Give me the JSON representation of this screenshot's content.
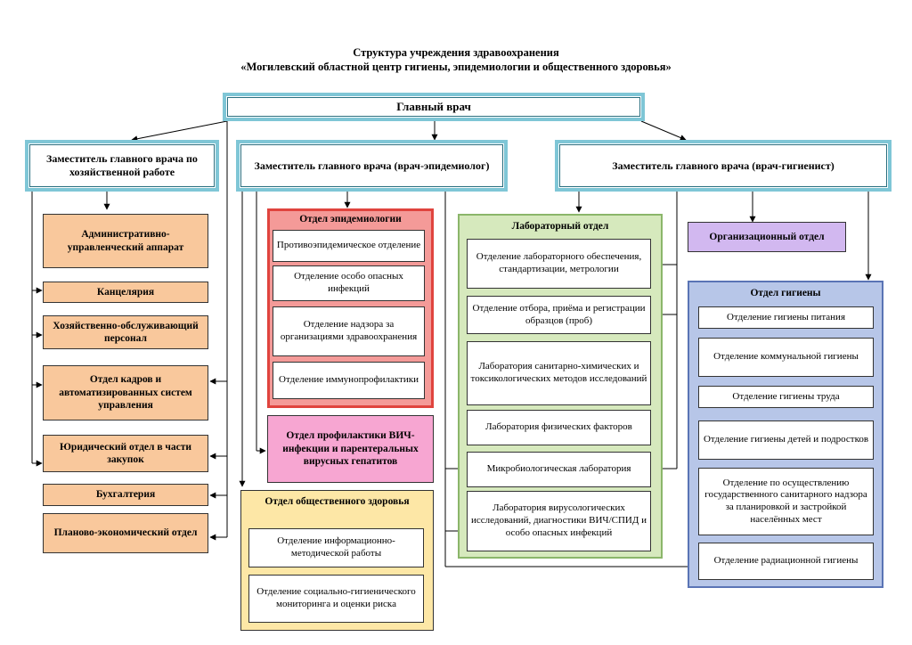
{
  "header": {
    "title_line1": "Структура учреждения здравоохранения",
    "title_line2": "«Могилевский областной центр гигиены, эпидемиологии и общественного здоровья»"
  },
  "chief": "Главный врач",
  "deputies": {
    "economic": "Заместитель главного врача по хозяйственной работе",
    "epidemiologist": "Заместитель главного врача (врач-эпидемиолог)",
    "hygienist": "Заместитель главного врача (врач-гигиенист)"
  },
  "admin_units": [
    "Административно-управленческий аппарат",
    "Канцелярия",
    "Хозяйственно-обслуживающий персонал",
    "Отдел кадров и автоматизированных систем управления",
    "Юридический отдел в части закупок",
    "Бухгалтерия",
    "Планово-экономический отдел"
  ],
  "epidemiology": {
    "title": "Отдел эпидемиологии",
    "items": [
      "Противоэпидемическое отделение",
      "Отделение особо опасных инфекций",
      "Отделение надзора за организациями здравоохранения",
      "Отделение иммунопрофилактики"
    ]
  },
  "hiv": "Отдел профилактики ВИЧ-инфекции и парентеральных вирусных гепатитов",
  "public_health": {
    "title": "Отдел общественного здоровья",
    "items": [
      "Отделение информационно-методической работы",
      "Отделение социально-гигиенического мониторинга и оценки риска"
    ]
  },
  "laboratory": {
    "title": "Лабораторный отдел",
    "items": [
      "Отделение лабораторного обеспечения, стандартизации, метрологии",
      "Отделение отбора, приёма и регистрации образцов (проб)",
      "Лаборатория санитарно-химических и токсикологических методов исследований",
      "Лаборатория физических факторов",
      "Микробиологическая лаборатория",
      "Лаборатория вирусологических исследований, диагностики ВИЧ/СПИД и особо опасных инфекций"
    ]
  },
  "organizational": "Организационный отдел",
  "hygiene": {
    "title": "Отдел гигиены",
    "items": [
      "Отделение гигиены питания",
      "Отделение коммунальной гигиены",
      "Отделение гигиены труда",
      "Отделение гигиены детей и подростков",
      "Отделение по осуществлению государственного санитарного надзора за планировкой и застройкой населённых мест",
      "Отделение радиационной гигиены"
    ]
  },
  "colors": {
    "double_border": "#7fc6d6",
    "admin_fill": "#f9c89c",
    "epid_border": "#e0443e",
    "epid_fill": "#f49a98",
    "hiv_fill": "#f7a6d2",
    "public_fill": "#fde7a6",
    "lab_fill": "#d6e9bd",
    "org_fill": "#d2b8f0",
    "hygiene_fill": "#b7c6e8"
  }
}
